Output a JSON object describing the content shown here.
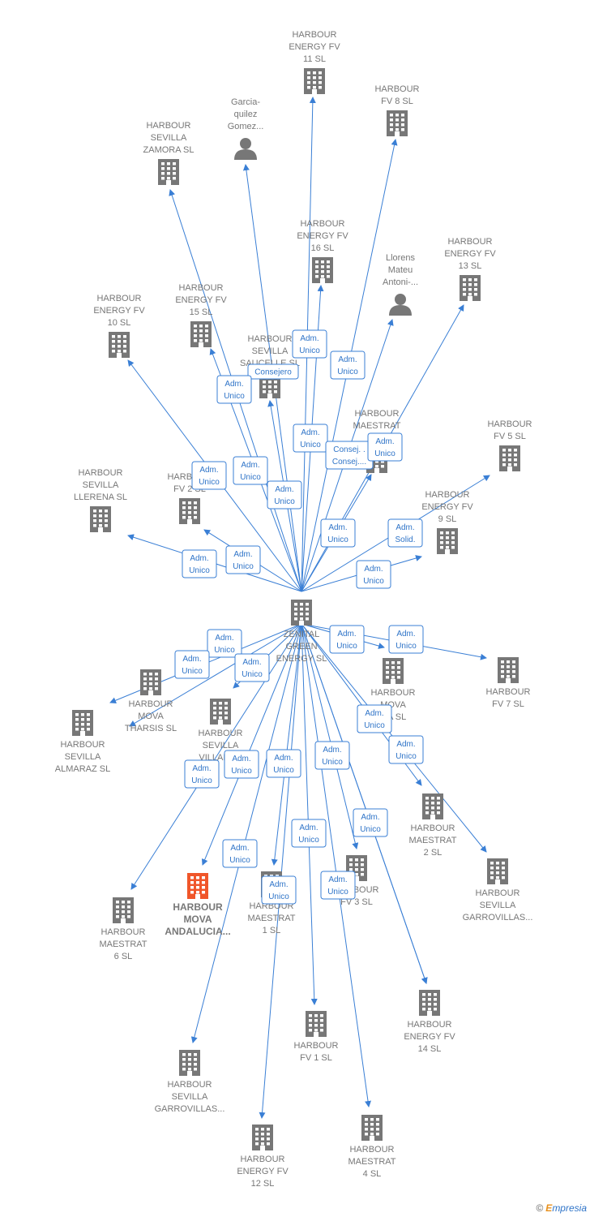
{
  "colors": {
    "edge": "#3a7fd5",
    "company": "#777777",
    "highlight": "#f0562a",
    "person": "#777777"
  },
  "footer": {
    "copyright": "©",
    "brand_initial": "E",
    "brand_rest": "mpresia"
  },
  "nodes": [
    {
      "id": "center",
      "lines": [
        "ZENITAL",
        "GREEN",
        "ENERGY  SL"
      ],
      "icon": "building-icon",
      "type": "company"
    },
    {
      "id": "fv11",
      "lines": [
        "HARBOUR",
        "ENERGY FV",
        "11  SL"
      ],
      "icon": "building-icon",
      "type": "company"
    },
    {
      "id": "fv8",
      "lines": [
        "HARBOUR",
        "FV 8  SL"
      ],
      "icon": "building-icon",
      "type": "company"
    },
    {
      "id": "garcia",
      "lines": [
        "Garcia-",
        "quilez",
        "Gomez..."
      ],
      "icon": "person-icon",
      "type": "person"
    },
    {
      "id": "zamora",
      "lines": [
        "HARBOUR",
        "SEVILLA",
        "ZAMORA  SL"
      ],
      "icon": "building-icon",
      "type": "company"
    },
    {
      "id": "fv16",
      "lines": [
        "HARBOUR",
        "ENERGY FV",
        "16  SL"
      ],
      "icon": "building-icon",
      "type": "company"
    },
    {
      "id": "llorens",
      "lines": [
        "Llorens",
        "Mateu",
        "Antoni-..."
      ],
      "icon": "person-icon",
      "type": "person"
    },
    {
      "id": "fv13",
      "lines": [
        "HARBOUR",
        "ENERGY FV",
        "13  SL"
      ],
      "icon": "building-icon",
      "type": "company"
    },
    {
      "id": "fv10",
      "lines": [
        "HARBOUR",
        "ENERGY FV",
        "10  SL"
      ],
      "icon": "building-icon",
      "type": "company"
    },
    {
      "id": "fv15",
      "lines": [
        "HARBOUR",
        "ENERGY FV",
        "15  SL"
      ],
      "icon": "building-icon",
      "type": "company"
    },
    {
      "id": "saucelle",
      "lines": [
        "HARBOUR",
        "SEVILLA",
        "SAUCELLE  SL"
      ],
      "icon": "building-icon",
      "type": "company"
    },
    {
      "id": "maestrat5",
      "lines": [
        "HARBOUR",
        "MAESTRAT",
        "5  SL"
      ],
      "icon": "building-icon",
      "type": "company"
    },
    {
      "id": "fv5",
      "lines": [
        "HARBOUR",
        "FV 5  SL"
      ],
      "icon": "building-icon",
      "type": "company"
    },
    {
      "id": "llerena",
      "lines": [
        "HARBOUR",
        "SEVILLA",
        "LLERENA  SL"
      ],
      "icon": "building-icon",
      "type": "company"
    },
    {
      "id": "fv2",
      "lines": [
        "HARBOUR",
        "FV 2  SL"
      ],
      "icon": "building-icon",
      "type": "company"
    },
    {
      "id": "fv9",
      "lines": [
        "HARBOUR",
        "ENERGY FV",
        "9  SL"
      ],
      "icon": "building-icon",
      "type": "company"
    },
    {
      "id": "fv7",
      "lines": [
        "HARBOUR",
        "FV 7  SL"
      ],
      "icon": "building-icon",
      "type": "company"
    },
    {
      "id": "movaX",
      "lines": [
        "HARBOUR",
        "MOVA",
        "...A  SL"
      ],
      "icon": "building-icon",
      "type": "company"
    },
    {
      "id": "tharsis",
      "lines": [
        "HARBOUR",
        "MOVA",
        "THARSIS  SL"
      ],
      "icon": "building-icon",
      "type": "company"
    },
    {
      "id": "almaraz",
      "lines": [
        "HARBOUR",
        "SEVILLA",
        "ALMARAZ  SL"
      ],
      "icon": "building-icon",
      "type": "company"
    },
    {
      "id": "villalu",
      "lines": [
        "HARBOUR",
        "SEVILLA",
        "VILLALU..."
      ],
      "icon": "building-icon",
      "type": "company"
    },
    {
      "id": "maestrat2",
      "lines": [
        "HARBOUR",
        "MAESTRAT",
        "2  SL"
      ],
      "icon": "building-icon",
      "type": "company"
    },
    {
      "id": "garrov1",
      "lines": [
        "HARBOUR",
        "SEVILLA",
        "GARROVILLAS..."
      ],
      "icon": "building-icon",
      "type": "company"
    },
    {
      "id": "andalucia",
      "lines": [
        "HARBOUR",
        "MOVA",
        "ANDALUCIA..."
      ],
      "icon": "building-icon",
      "type": "highlight"
    },
    {
      "id": "maestrat1",
      "lines": [
        "HARBOUR",
        "MAESTRAT",
        "1  SL"
      ],
      "icon": "building-icon",
      "type": "company"
    },
    {
      "id": "fv3",
      "lines": [
        "HARBOUR",
        "FV 3  SL"
      ],
      "icon": "building-icon",
      "type": "company"
    },
    {
      "id": "maestrat6",
      "lines": [
        "HARBOUR",
        "MAESTRAT",
        "6  SL"
      ],
      "icon": "building-icon",
      "type": "company"
    },
    {
      "id": "fv14",
      "lines": [
        "HARBOUR",
        "ENERGY FV",
        "14  SL"
      ],
      "icon": "building-icon",
      "type": "company"
    },
    {
      "id": "fv1",
      "lines": [
        "HARBOUR",
        "FV 1  SL"
      ],
      "icon": "building-icon",
      "type": "company"
    },
    {
      "id": "garrov2",
      "lines": [
        "HARBOUR",
        "SEVILLA",
        "GARROVILLAS..."
      ],
      "icon": "building-icon",
      "type": "company"
    },
    {
      "id": "fv12",
      "lines": [
        "HARBOUR",
        "ENERGY FV",
        "12  SL"
      ],
      "icon": "building-icon",
      "type": "company"
    },
    {
      "id": "maestrat4",
      "lines": [
        "HARBOUR",
        "MAESTRAT",
        "4  SL"
      ],
      "icon": "building-icon",
      "type": "company"
    }
  ],
  "edges": [
    {
      "target": "fv11",
      "label": [
        "Adm.",
        "Unico"
      ]
    },
    {
      "target": "fv8",
      "label": [
        "Adm.",
        "Unico"
      ]
    },
    {
      "target": "garcia",
      "label": [
        "Consejero"
      ]
    },
    {
      "target": "zamora",
      "label": [
        "Adm.",
        "Unico"
      ]
    },
    {
      "target": "fv16",
      "label": [
        "Adm.",
        "Unico"
      ]
    },
    {
      "target": "llorens",
      "label": [
        "Consej. .",
        "Consej...."
      ]
    },
    {
      "target": "fv13",
      "label": [
        "Adm.",
        "Unico"
      ]
    },
    {
      "target": "fv10",
      "label": [
        "Adm.",
        "Unico"
      ]
    },
    {
      "target": "fv15",
      "label": [
        "Adm.",
        "Unico"
      ]
    },
    {
      "target": "saucelle",
      "label": [
        "Adm.",
        "Unico"
      ]
    },
    {
      "target": "maestrat5",
      "label": [
        "Adm.",
        "Unico"
      ]
    },
    {
      "target": "fv5",
      "label": [
        "Adm.",
        "Solid."
      ]
    },
    {
      "target": "llerena",
      "label": [
        "Adm.",
        "Unico"
      ]
    },
    {
      "target": "fv2",
      "label": [
        "Adm.",
        "Unico"
      ]
    },
    {
      "target": "fv9",
      "label": [
        "Adm.",
        "Unico"
      ]
    },
    {
      "target": "fv7",
      "label": [
        "Adm.",
        "Unico"
      ]
    },
    {
      "target": "movaX",
      "label": [
        "Adm.",
        "Unico"
      ]
    },
    {
      "target": "tharsis",
      "label": [
        "Adm.",
        "Unico"
      ]
    },
    {
      "target": "almaraz",
      "label": [
        "Adm.",
        "Unico"
      ]
    },
    {
      "target": "villalu",
      "label": [
        "Adm.",
        "Unico"
      ]
    },
    {
      "target": "maestrat2",
      "label": [
        "Adm.",
        "Unico"
      ]
    },
    {
      "target": "garrov1",
      "label": [
        "Adm.",
        "Unico"
      ]
    },
    {
      "target": "andalucia",
      "label": [
        "Adm.",
        "Unico"
      ]
    },
    {
      "target": "maestrat1",
      "label": [
        "Adm.",
        "Unico"
      ]
    },
    {
      "target": "fv3",
      "label": [
        "Adm.",
        "Unico"
      ]
    },
    {
      "target": "maestrat6",
      "label": [
        "Adm.",
        "Unico"
      ]
    },
    {
      "target": "fv14",
      "label": [
        "Adm.",
        "Unico"
      ]
    },
    {
      "target": "fv1",
      "label": [
        "Adm.",
        "Unico"
      ]
    },
    {
      "target": "garrov2",
      "label": [
        "Adm.",
        "Unico"
      ]
    },
    {
      "target": "fv12",
      "label": [
        "Adm.",
        "Unico"
      ]
    },
    {
      "target": "maestrat4",
      "label": [
        "Adm.",
        "Unico"
      ]
    },
    {
      "target": "fv14",
      "label": [
        "Adm.",
        "Unico"
      ]
    }
  ]
}
